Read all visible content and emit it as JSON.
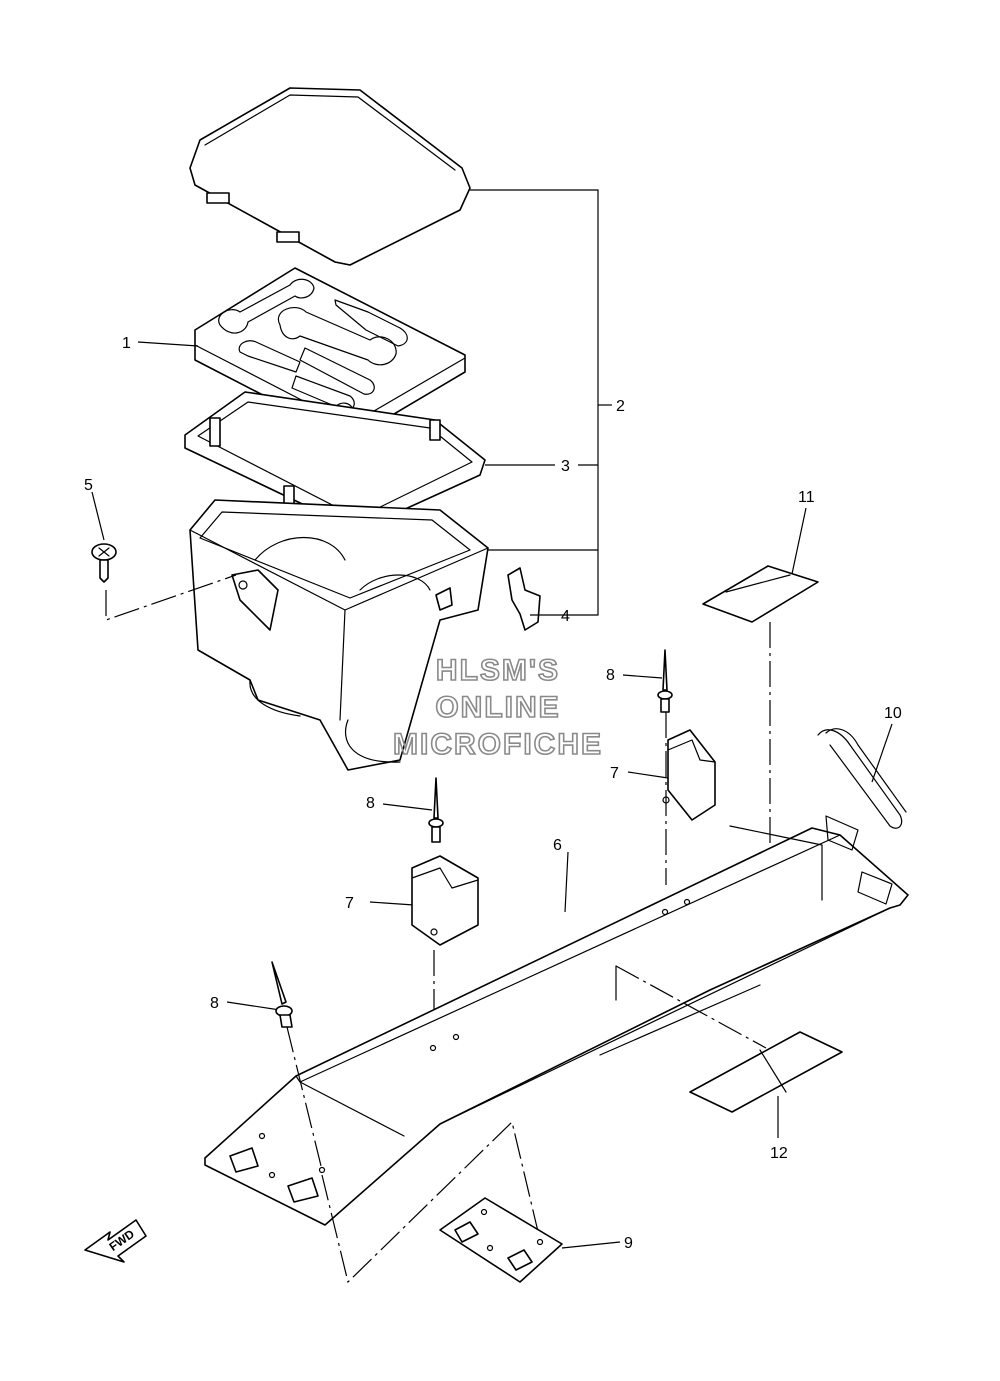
{
  "diagram": {
    "callouts": [
      {
        "id": "c1",
        "label": "1"
      },
      {
        "id": "c2",
        "label": "2"
      },
      {
        "id": "c3",
        "label": "3"
      },
      {
        "id": "c4",
        "label": "4"
      },
      {
        "id": "c5",
        "label": "5"
      },
      {
        "id": "c6",
        "label": "6"
      },
      {
        "id": "c7a",
        "label": "7"
      },
      {
        "id": "c7b",
        "label": "7"
      },
      {
        "id": "c8a",
        "label": "8"
      },
      {
        "id": "c8b",
        "label": "8"
      },
      {
        "id": "c8c",
        "label": "8"
      },
      {
        "id": "c9",
        "label": "9"
      },
      {
        "id": "c10",
        "label": "10"
      },
      {
        "id": "c11",
        "label": "11"
      },
      {
        "id": "c12",
        "label": "12"
      }
    ],
    "watermark": {
      "line1": "HLSM'S",
      "line2": "ONLINE",
      "line3": "MICROFICHE"
    },
    "fwd_label": "FWD"
  }
}
